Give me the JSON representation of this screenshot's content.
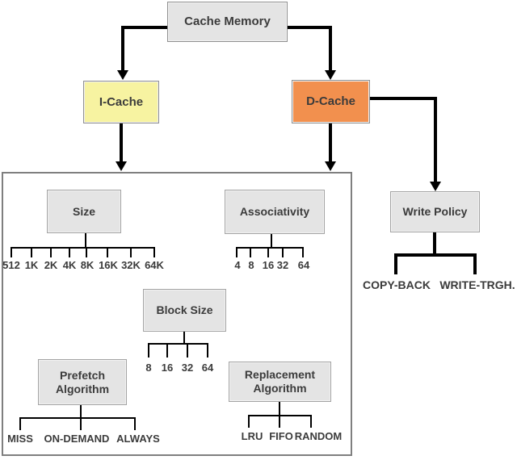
{
  "nodes": {
    "cache_memory": {
      "label": "Cache Memory"
    },
    "i_cache": {
      "label": "I-Cache"
    },
    "d_cache": {
      "label": "D-Cache"
    },
    "size": {
      "label": "Size",
      "leaves": [
        "512",
        "1K",
        "2K",
        "4K",
        "8K",
        "16K",
        "32K",
        "64K"
      ]
    },
    "associativity": {
      "label": "Associativity",
      "leaves": [
        "4",
        "8",
        "16",
        "32",
        "64"
      ]
    },
    "block_size": {
      "label": "Block Size",
      "leaves": [
        "8",
        "16",
        "32",
        "64"
      ]
    },
    "prefetch": {
      "label": "Prefetch Algorithm",
      "leaves": [
        "MISS",
        "ON-DEMAND",
        "ALWAYS"
      ]
    },
    "replacement": {
      "label": "Replacement Algorithm",
      "leaves": [
        "LRU",
        "FIFO",
        "RANDOM"
      ]
    },
    "write_policy": {
      "label": "Write Policy",
      "leaves": [
        "COPY-BACK",
        "WRITE-TRGH."
      ]
    }
  },
  "colors": {
    "node_fill": "#e4e4e4",
    "node_border": "#a3a3a3",
    "i_cache_fill": "#f7f3a1",
    "d_cache_fill": "#f2904e",
    "line_color": "#000000",
    "text_color": "#3b3b3b",
    "container_border": "#7f7f7f"
  }
}
